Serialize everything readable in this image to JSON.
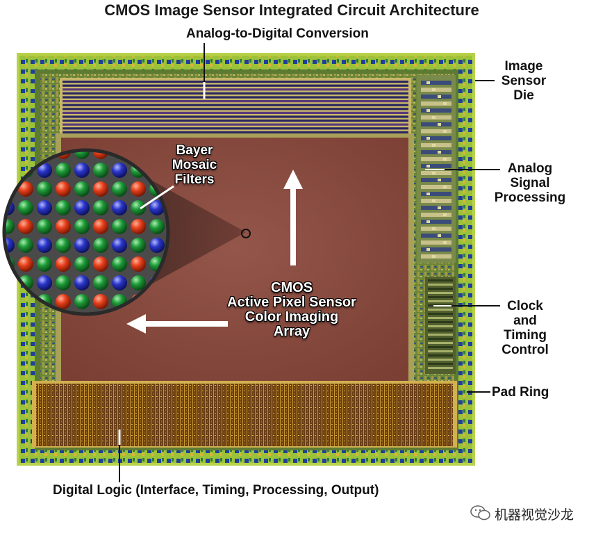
{
  "title": "CMOS Image Sensor Integrated Circuit Architecture",
  "labels": {
    "adc": "Analog-to-Digital Conversion",
    "image_sensor_die": [
      "Image",
      "Sensor",
      "Die"
    ],
    "analog_signal_processing": [
      "Analog",
      "Signal",
      "Processing"
    ],
    "clock_timing_control": [
      "Clock",
      "and",
      "Timing",
      "Control"
    ],
    "pad_ring": "Pad Ring",
    "digital_logic": "Digital Logic (Interface, Timing, Processing, Output)",
    "bayer_mosaic_filters": [
      "Bayer",
      "Mosaic",
      "Filters"
    ],
    "cmos_array": [
      "CMOS",
      "Active Pixel Sensor",
      "Color Imaging",
      "Array"
    ]
  },
  "watermark": {
    "text": "机器视觉沙龙",
    "icon": "wechat-icon"
  },
  "colors": {
    "die_border_green": "#9cc23a",
    "pad_blue": "#1f3f9a",
    "pixel_array": "#8e4f42",
    "digital_logic": "#7a4a18",
    "filter_red": "#e8401c",
    "filter_green": "#1e9a38",
    "filter_blue": "#2a35c8",
    "adc_stripe": "#2a2560"
  }
}
